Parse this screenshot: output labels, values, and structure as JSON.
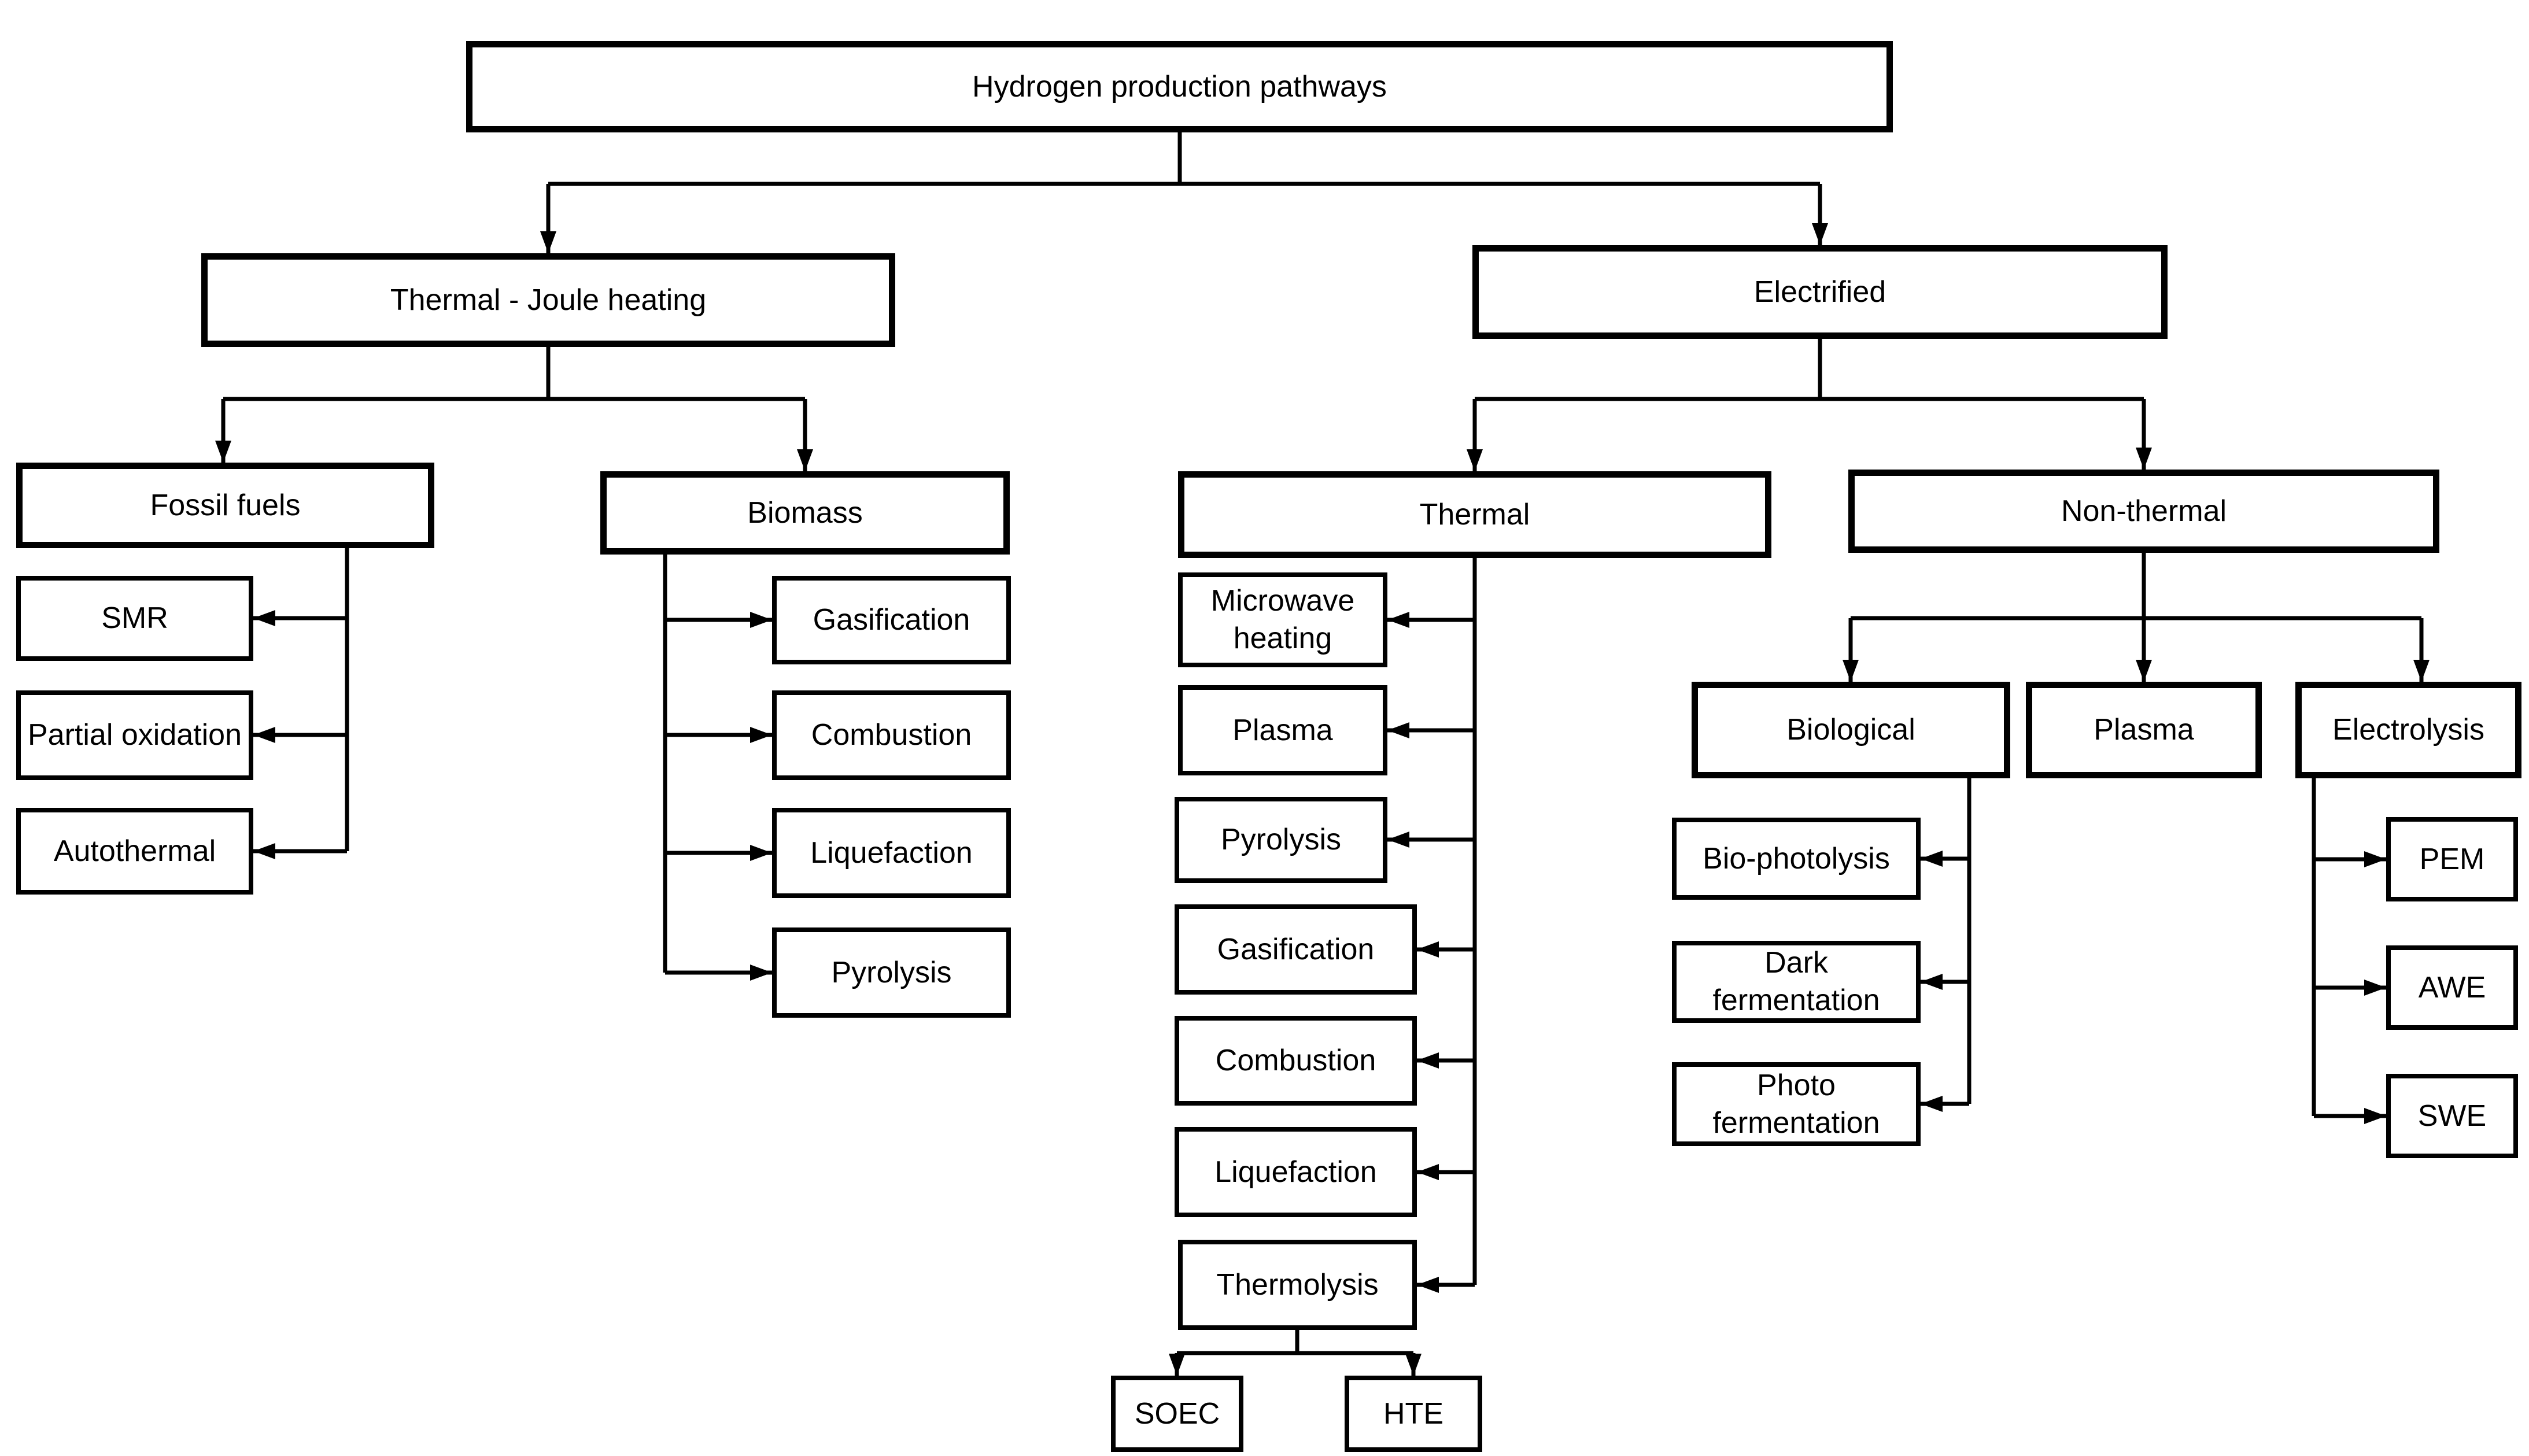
{
  "diagram": {
    "title": "Hydrogen production pathways",
    "type": "flowchart-tree",
    "colors": {
      "background": "#ffffff",
      "box_fill": "#ffffff",
      "box_border": "#000000",
      "line": "#000000",
      "text": "#000000"
    },
    "nodes": {
      "root": {
        "label": "Hydrogen production pathways"
      },
      "thermal_joule": {
        "label": "Thermal - Joule heating"
      },
      "electrified": {
        "label": "Electrified"
      },
      "fossil_fuels": {
        "label": "Fossil fuels"
      },
      "biomass": {
        "label": "Biomass"
      },
      "smr": {
        "label": "SMR"
      },
      "partial_oxidation": {
        "label": "Partial oxidation"
      },
      "autothermal": {
        "label": "Autothermal"
      },
      "biomass_gasification": {
        "label": "Gasification"
      },
      "biomass_combustion": {
        "label": "Combustion"
      },
      "biomass_liquefaction": {
        "label": "Liquefaction"
      },
      "biomass_pyrolysis": {
        "label": "Pyrolysis"
      },
      "elec_thermal": {
        "label": "Thermal"
      },
      "non_thermal": {
        "label": "Non-thermal"
      },
      "microwave_heating": {
        "label": "Microwave heating"
      },
      "thermal_plasma": {
        "label": "Plasma"
      },
      "thermal_pyrolysis": {
        "label": "Pyrolysis"
      },
      "thermal_gasification": {
        "label": "Gasification"
      },
      "thermal_combustion": {
        "label": "Combustion"
      },
      "thermal_liquefaction": {
        "label": "Liquefaction"
      },
      "thermolysis": {
        "label": "Thermolysis"
      },
      "soec": {
        "label": "SOEC"
      },
      "hte": {
        "label": "HTE"
      },
      "biological": {
        "label": "Biological"
      },
      "nonthermal_plasma": {
        "label": "Plasma"
      },
      "electrolysis": {
        "label": "Electrolysis"
      },
      "bio_photolysis": {
        "label": "Bio-photolysis"
      },
      "dark_fermentation": {
        "label": "Dark fermentation"
      },
      "photo_fermentation": {
        "label": "Photo fermentation"
      },
      "pem": {
        "label": "PEM"
      },
      "awe": {
        "label": "AWE"
      },
      "swe": {
        "label": "SWE"
      }
    },
    "edges": [
      [
        "root",
        "thermal_joule"
      ],
      [
        "root",
        "electrified"
      ],
      [
        "thermal_joule",
        "fossil_fuels"
      ],
      [
        "thermal_joule",
        "biomass"
      ],
      [
        "fossil_fuels",
        "smr"
      ],
      [
        "fossil_fuels",
        "partial_oxidation"
      ],
      [
        "fossil_fuels",
        "autothermal"
      ],
      [
        "biomass",
        "biomass_gasification"
      ],
      [
        "biomass",
        "biomass_combustion"
      ],
      [
        "biomass",
        "biomass_liquefaction"
      ],
      [
        "biomass",
        "biomass_pyrolysis"
      ],
      [
        "electrified",
        "elec_thermal"
      ],
      [
        "electrified",
        "non_thermal"
      ],
      [
        "elec_thermal",
        "microwave_heating"
      ],
      [
        "elec_thermal",
        "thermal_plasma"
      ],
      [
        "elec_thermal",
        "thermal_pyrolysis"
      ],
      [
        "elec_thermal",
        "thermal_gasification"
      ],
      [
        "elec_thermal",
        "thermal_combustion"
      ],
      [
        "elec_thermal",
        "thermal_liquefaction"
      ],
      [
        "elec_thermal",
        "thermolysis"
      ],
      [
        "thermolysis",
        "soec"
      ],
      [
        "thermolysis",
        "hte"
      ],
      [
        "non_thermal",
        "biological"
      ],
      [
        "non_thermal",
        "nonthermal_plasma"
      ],
      [
        "non_thermal",
        "electrolysis"
      ],
      [
        "biological",
        "bio_photolysis"
      ],
      [
        "biological",
        "dark_fermentation"
      ],
      [
        "biological",
        "photo_fermentation"
      ],
      [
        "electrolysis",
        "pem"
      ],
      [
        "electrolysis",
        "awe"
      ],
      [
        "electrolysis",
        "swe"
      ]
    ]
  }
}
